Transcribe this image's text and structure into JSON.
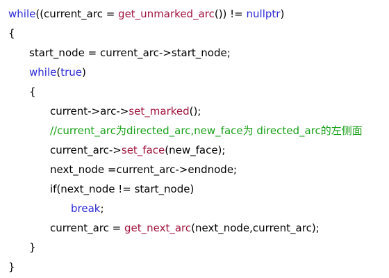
{
  "colors": {
    "keyword": "#2b2bd6",
    "function": "#a0143c",
    "comment": "#18a018",
    "text": "#000000",
    "background": "#ffffff"
  },
  "code": {
    "line1": {
      "kw_while": "while",
      "t1": "((current_arc = ",
      "fn_get_unmarked": "get_unmarked_arc",
      "t2": "()) != ",
      "kw_nullptr": "nullptr",
      "t3": ")"
    },
    "line2": {
      "t1": "{"
    },
    "line3": {
      "t1": "start_node = current_arc->start_node;"
    },
    "line4": {
      "kw_while": "while",
      "t1": "(",
      "kw_true": "true",
      "t2": ")"
    },
    "line5": {
      "t1": "{"
    },
    "line6": {
      "t1": "current->arc->",
      "fn_set_marked": "set_marked",
      "t2": "();"
    },
    "line7": {
      "comment": "//current_arc为directed_arc,new_face为 directed_arc的左侧面"
    },
    "line8": {
      "t1": "current_arc->",
      "fn_set_face": "set_face",
      "t2": "(new_face);"
    },
    "line9": {
      "t1": "next_node =current_arc->endnode;"
    },
    "line10": {
      "t1": "if(next_node != start_node)"
    },
    "line11": {
      "kw_break": "break",
      "t1": ";"
    },
    "line12": {
      "t1": "current_arc = ",
      "fn_get_next_arc": "get_next_arc",
      "t2": "(next_node,current_arc);"
    },
    "line13": {
      "t1": "}"
    },
    "line14": {
      "t1": "}"
    }
  }
}
